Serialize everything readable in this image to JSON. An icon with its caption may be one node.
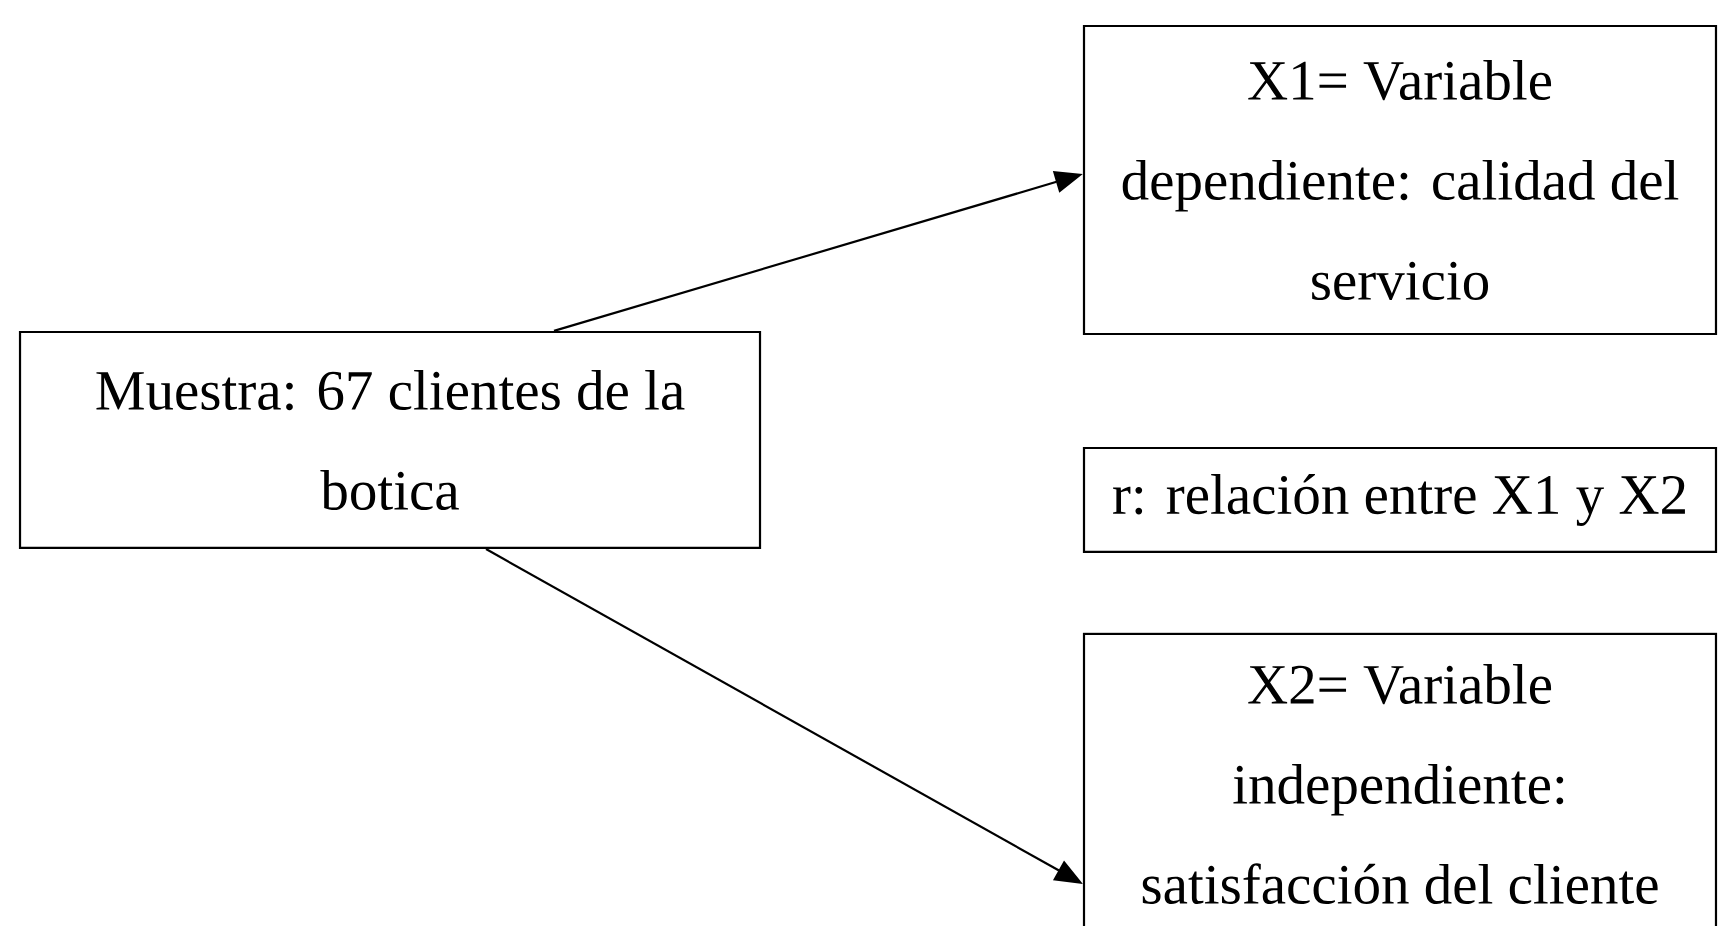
{
  "diagram": {
    "nodes": [
      {
        "text": [
          "Muestra: 67 clientes de la botica"
        ]
      },
      {
        "text": [
          "X1= Variable dependiente: calidad del servicio"
        ]
      },
      {
        "text": [
          "r: relación entre X1  y X2"
        ]
      },
      {
        "text": [
          "X2= Variable independiente: satisfacción del cliente"
        ]
      }
    ],
    "edges": [
      {
        "from": 0,
        "to": 1,
        "arrow": "to"
      },
      {
        "from": 0,
        "to": 3,
        "arrow": "to"
      }
    ]
  }
}
